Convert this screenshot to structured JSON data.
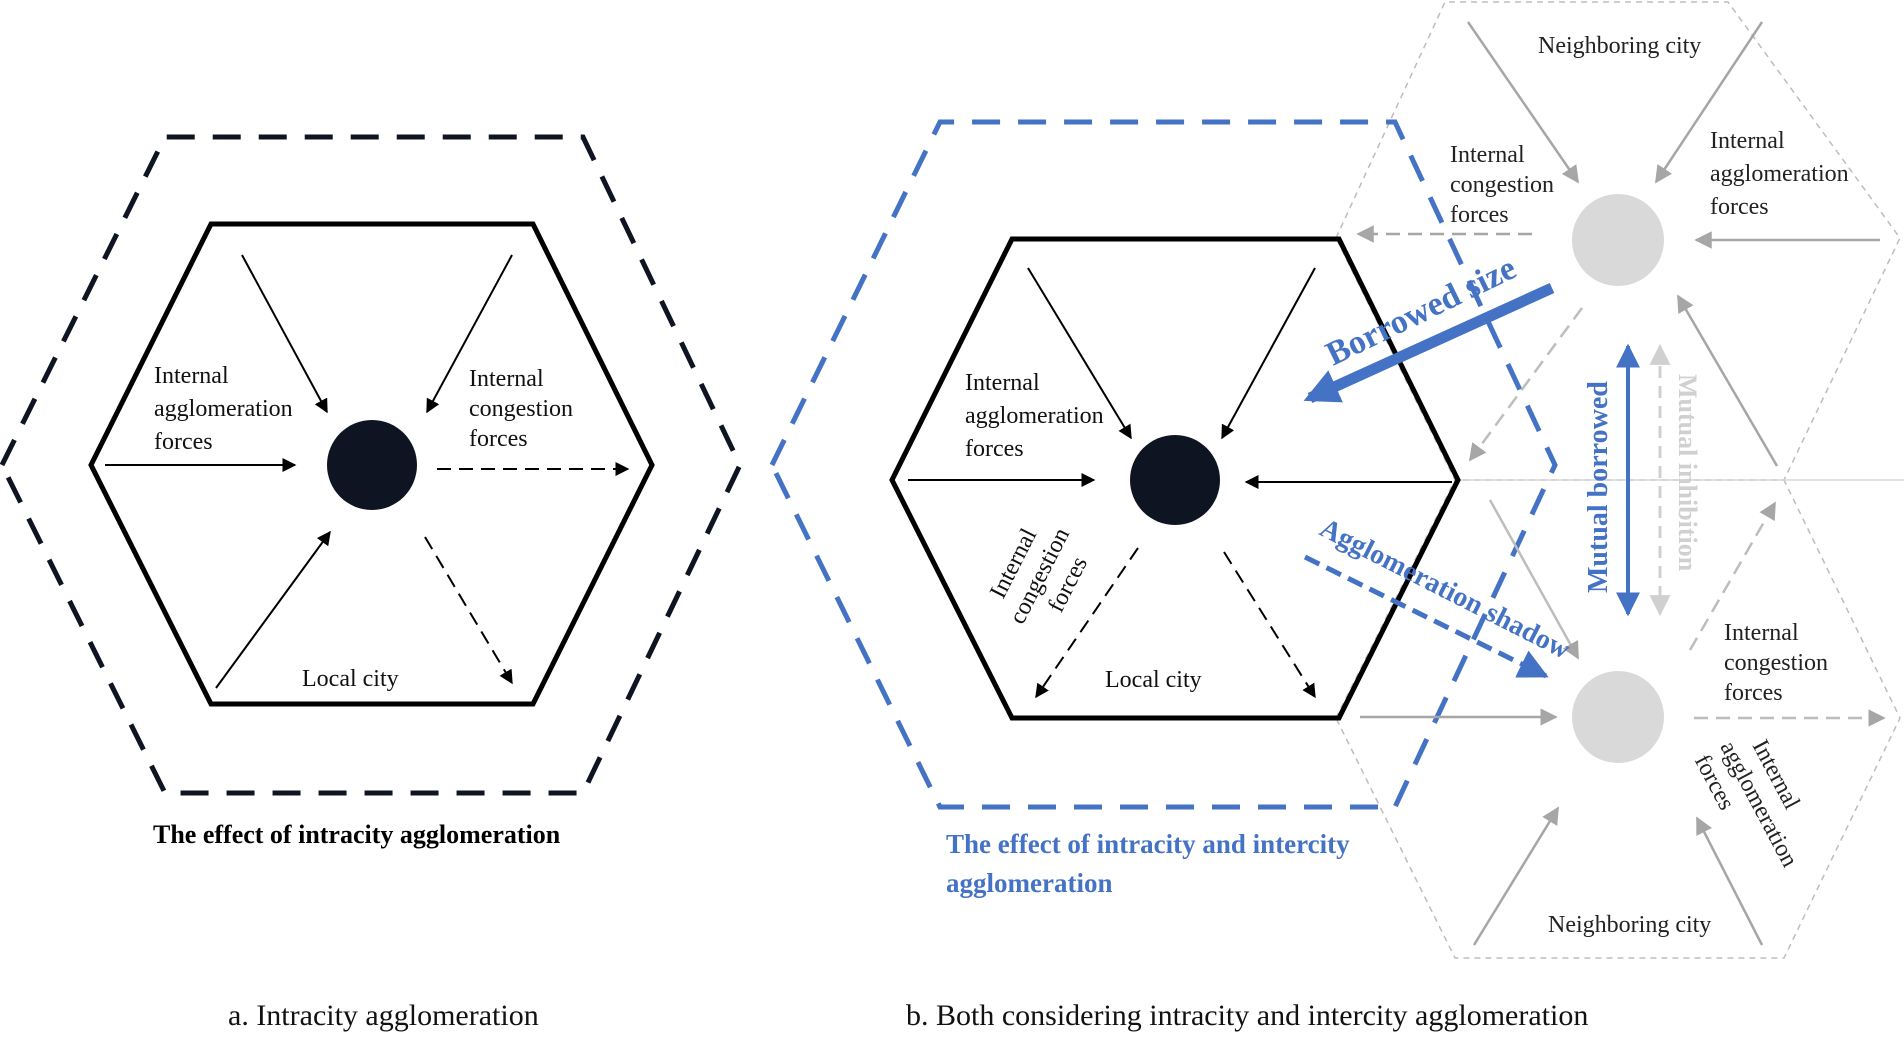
{
  "panel_a": {
    "caption": "a. Intracity agglomeration",
    "effect_title": "The effect of intracity agglomeration",
    "agglomeration_label": [
      "Internal",
      "agglomeration",
      "forces"
    ],
    "congestion_label": [
      "Internal",
      "congestion",
      "forces"
    ],
    "city_label": "Local city"
  },
  "panel_b": {
    "caption": "b. Both considering intracity and intercity agglomeration",
    "effect_title": [
      "The effect of intracity and intercity",
      "agglomeration"
    ],
    "local_agglomeration_label": [
      "Internal",
      "agglomeration",
      "forces"
    ],
    "local_congestion_label": [
      "Internal",
      "congestion",
      "forces"
    ],
    "local_city_label": "Local city",
    "top_neighbor": {
      "city_label": "Neighboring city",
      "congestion_label": [
        "Internal",
        "congestion",
        "forces"
      ],
      "agglomeration_label": [
        "Internal",
        "agglomeration",
        "forces"
      ]
    },
    "bottom_neighbor": {
      "city_label": "Neighboring city",
      "congestion_label": [
        "Internal",
        "congestion",
        "forces"
      ],
      "agglomeration_label": [
        "Internal",
        "agglomeration",
        "forces"
      ]
    },
    "borrowed_size": "Borrowed size",
    "agglomeration_shadow": "Agglomeration shadow",
    "mutual_borrowed": "Mutual borrowed",
    "mutual_inhibition": "Mutual inhibition"
  },
  "colors": {
    "blue": "#4472c4",
    "dark_node": "#0f1423",
    "gray_node": "#d9d9d9",
    "gray_line": "#a6a6a6",
    "light_gray": "#d0d0d0"
  }
}
